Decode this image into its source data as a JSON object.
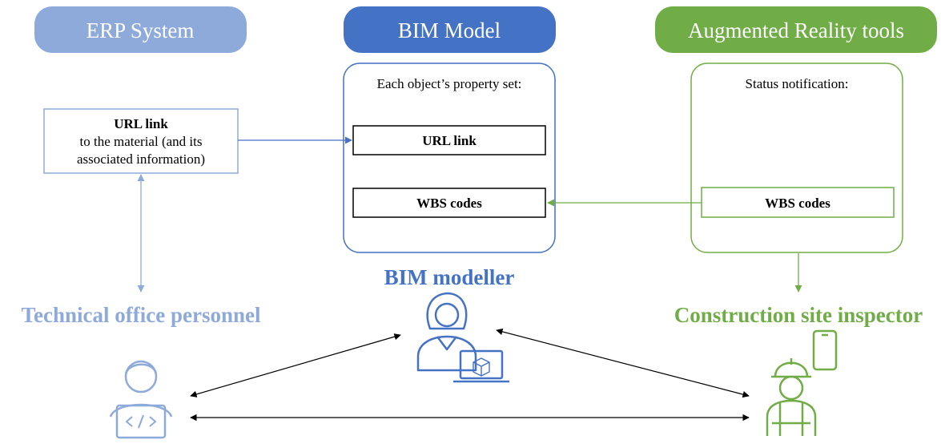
{
  "headers": {
    "erp": "ERP System",
    "bim": "BIM Model",
    "ar": "Augmented Reality tools"
  },
  "erp_box": {
    "title": "URL link",
    "line2": "to the material (and its",
    "line3": "associated information)"
  },
  "bim_box": {
    "caption": "Each object’s property set:",
    "url_field": "URL link",
    "wbs_field": "WBS codes"
  },
  "ar_box": {
    "caption": "Status notification:",
    "wbs_field": "WBS codes"
  },
  "roles": {
    "bim_modeller": "BIM modeller",
    "technical_office": "Technical office personnel",
    "site_inspector": "Construction site inspector"
  },
  "icons": {
    "bim_modeller": "woman-with-laptop-cube-icon",
    "technical_office": "developer-with-laptop-code-icon",
    "site_inspector": "worker-with-hardhat-phone-icon"
  },
  "colors": {
    "erp": "#8EAADB",
    "bim": "#4472C4",
    "ar": "#70AD47",
    "arrow": "#000000"
  }
}
